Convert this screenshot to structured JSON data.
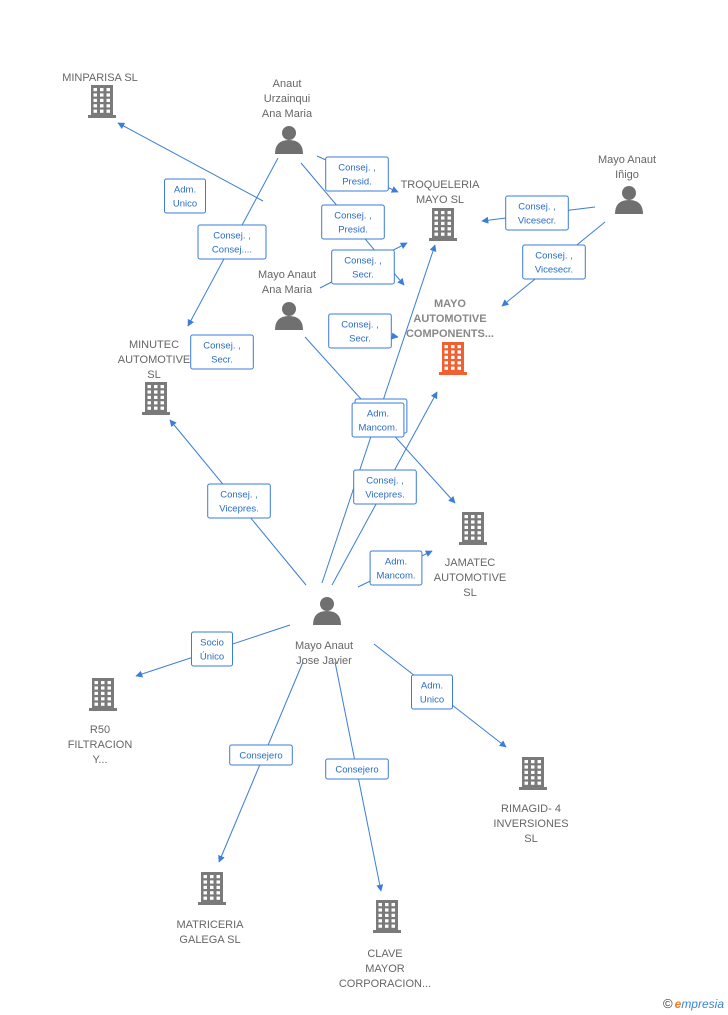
{
  "nodes": [
    {
      "id": "minparisa",
      "type": "company",
      "lines": [
        "MINPARISA  SL"
      ]
    },
    {
      "id": "anaut_urzainqui",
      "type": "person",
      "lines": [
        "Anaut",
        "Urzainqui",
        "Ana Maria"
      ]
    },
    {
      "id": "mayo_anaut_inigo",
      "type": "person",
      "lines": [
        "Mayo Anaut",
        "Iñigo"
      ]
    },
    {
      "id": "troqueleria",
      "type": "company",
      "lines": [
        "TROQUELERIA",
        "MAYO  SL"
      ]
    },
    {
      "id": "mayo_automotive",
      "type": "company",
      "focus": true,
      "lines": [
        "MAYO",
        "AUTOMOTIVE",
        "COMPONENTS..."
      ]
    },
    {
      "id": "mayo_anaut_ana",
      "type": "person",
      "lines": [
        "Mayo Anaut",
        "Ana Maria"
      ]
    },
    {
      "id": "minutec",
      "type": "company",
      "lines": [
        "MINUTEC",
        "AUTOMOTIVE",
        "SL"
      ]
    },
    {
      "id": "jamatec",
      "type": "company",
      "lines": [
        "JAMATEC",
        "AUTOMOTIVE",
        "SL"
      ]
    },
    {
      "id": "mayo_anaut_jose",
      "type": "person",
      "lines": [
        "Mayo Anaut",
        "Jose Javier"
      ]
    },
    {
      "id": "r50",
      "type": "company",
      "lines": [
        "R50",
        "FILTRACION",
        "Y..."
      ]
    },
    {
      "id": "rimagid",
      "type": "company",
      "lines": [
        "RIMAGID- 4",
        "INVERSIONES",
        "SL"
      ]
    },
    {
      "id": "matriceria",
      "type": "company",
      "lines": [
        "MATRICERIA",
        "GALEGA SL"
      ]
    },
    {
      "id": "clave",
      "type": "company",
      "lines": [
        "CLAVE",
        "MAYOR",
        "CORPORACION..."
      ]
    }
  ],
  "edges": [
    {
      "from": "anaut_urzainqui",
      "to": "minparisa",
      "role": [
        "Adm.",
        "Unico"
      ]
    },
    {
      "from": "anaut_urzainqui",
      "to": "minutec",
      "role": [
        "Consej. ,",
        "Consej...."
      ]
    },
    {
      "from": "anaut_urzainqui",
      "to": "troqueleria",
      "role": [
        "Consej. ,",
        "Presid."
      ]
    },
    {
      "from": "anaut_urzainqui",
      "to": "mayo_automotive",
      "role": [
        "Consej. ,",
        "Presid."
      ]
    },
    {
      "from": "mayo_anaut_inigo",
      "to": "troqueleria",
      "role": [
        "Consej. ,",
        "Vicesecr."
      ]
    },
    {
      "from": "mayo_anaut_inigo",
      "to": "mayo_automotive",
      "role": [
        "Consej. ,",
        "Vicesecr."
      ]
    },
    {
      "from": "mayo_anaut_ana",
      "to": "troqueleria",
      "role": [
        "Consej. ,",
        "Secr."
      ]
    },
    {
      "from": "mayo_anaut_ana",
      "to": "mayo_automotive",
      "role": [
        "Consej. ,",
        "Secr."
      ]
    },
    {
      "from": "mayo_anaut_ana",
      "to": "jamatec",
      "role": [
        "Adm.",
        "Mancom."
      ]
    },
    {
      "from": "minutec_secr_src",
      "to": "minutec",
      "role": [
        "Consej. ,",
        "Secr."
      ]
    },
    {
      "from": "mayo_anaut_jose",
      "to": "minutec",
      "role": [
        "Consej. ,",
        "Vicepres."
      ]
    },
    {
      "from": "mayo_anaut_jose",
      "to": "troqueleria",
      "role": [
        "Adm.",
        "Mancom."
      ]
    },
    {
      "from": "mayo_anaut_jose",
      "to": "mayo_automotive",
      "role": [
        "Consej. ,",
        "Vicepres."
      ]
    },
    {
      "from": "mayo_anaut_jose",
      "to": "jamatec",
      "role": [
        "Adm.",
        "Mancom."
      ]
    },
    {
      "from": "mayo_anaut_jose",
      "to": "r50",
      "role": [
        "Socio",
        "Único"
      ]
    },
    {
      "from": "mayo_anaut_jose",
      "to": "rimagid",
      "role": [
        "Adm.",
        "Unico"
      ]
    },
    {
      "from": "mayo_anaut_jose",
      "to": "matriceria",
      "role": [
        "Consejero"
      ]
    },
    {
      "from": "mayo_anaut_jose",
      "to": "clave",
      "role": [
        "Consejero"
      ]
    }
  ],
  "colors": {
    "edge": "#3b7dd8",
    "company_icon": "#7a7a7a",
    "focus_icon": "#f06030",
    "person_icon": "#707070",
    "label": "#666666"
  },
  "watermark": {
    "copyright": "©",
    "brand_initial": "e",
    "brand_rest": "mpresia"
  }
}
